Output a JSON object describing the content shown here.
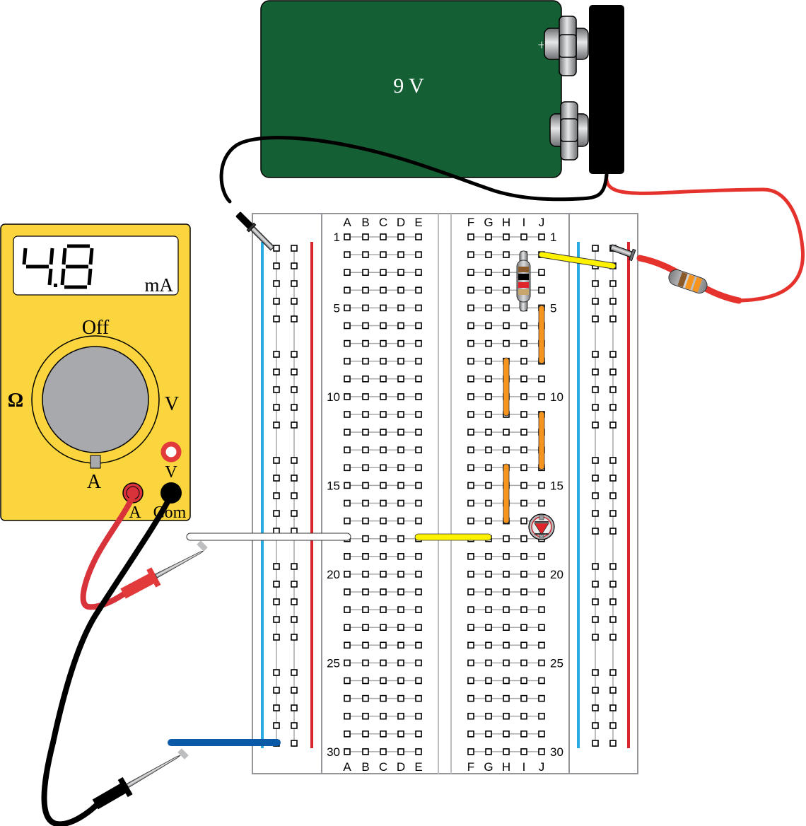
{
  "multimeter": {
    "display_value": "4.8",
    "display_unit": "mA",
    "dial_labels": {
      "top": "Off",
      "left": "Ω",
      "right": "V",
      "bottom": "A"
    },
    "jacks": [
      {
        "label": "V",
        "color": "#e23a3a"
      },
      {
        "label": "A",
        "color": "#d8323a"
      },
      {
        "label": "Com",
        "color": "#000000"
      }
    ],
    "body_color": "#fbd53e",
    "dial_color": "#a7a9ac"
  },
  "battery": {
    "label": "9 V",
    "positive_symbol": "+",
    "body_color": "#155f34"
  },
  "breadboard": {
    "column_labels_left": [
      "A",
      "B",
      "C",
      "D",
      "E"
    ],
    "column_labels_right": [
      "F",
      "G",
      "H",
      "I",
      "J"
    ],
    "row_count": 30,
    "row_number_labels": [
      "1",
      "5",
      "10",
      "15",
      "20",
      "25",
      "30"
    ],
    "rail_colors": {
      "negative": "#29abe2",
      "positive": "#d9262e"
    }
  },
  "components": {
    "resistor_on_board": {
      "bands": [
        "#8b5a2b",
        "#000000",
        "#e0262b",
        "#c8a46e"
      ],
      "from": "I2",
      "to": "I5"
    },
    "resistor_in_lead": {
      "bands": [
        "#8b5a2b",
        "#f7941d",
        "#f7941d"
      ]
    },
    "led": {
      "position": "J17-J18",
      "color": "#e0262b"
    },
    "jumpers": [
      {
        "color": "#fff200",
        "from": "J2",
        "to": "right-rail"
      },
      {
        "color": "#f7941d",
        "from": "J5",
        "to": "J8"
      },
      {
        "color": "#f7941d",
        "from": "H8",
        "to": "H11"
      },
      {
        "color": "#f7941d",
        "from": "J11",
        "to": "J14"
      },
      {
        "color": "#f7941d",
        "from": "H14",
        "to": "H17"
      },
      {
        "color": "#fff200",
        "from": "E18",
        "to": "H18"
      },
      {
        "color": "#ffffff",
        "from": "probe",
        "to": "A18"
      },
      {
        "color": "#0a5aa8",
        "from": "probe",
        "to": "left-rail-30"
      }
    ]
  }
}
